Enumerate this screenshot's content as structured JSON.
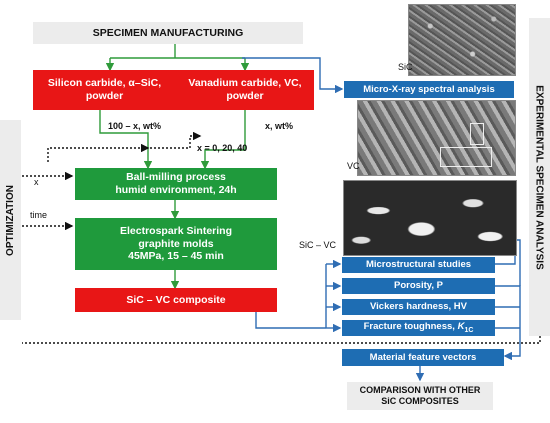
{
  "header": {
    "title": "SPECIMEN MANUFACTURING"
  },
  "materials": {
    "sic": [
      "Silicon carbide, α–SiC,",
      "powder"
    ],
    "vc": [
      "Vanadium carbide, VC,",
      "powder"
    ],
    "sic_fraction": "100 – x, wt%",
    "vc_fraction": "x, wt%",
    "x_values": "x = 0, 20, 40"
  },
  "process": {
    "ball_milling": [
      "Ball-milling process",
      "humid environment, 24h"
    ],
    "sintering": [
      "Electrospark Sintering",
      "graphite molds",
      "45MPa, 15 – 45 min"
    ],
    "composite": "SiC – VC composite"
  },
  "optimization": {
    "label": "OPTIMIZATION",
    "x_param": "x",
    "time_param": "time"
  },
  "analysis": {
    "side_label": "EXPERIMENTAL SPECIMEN ANALYSIS",
    "micro_xray": "Micro-X-ray spectral analysis",
    "items": [
      {
        "label": "Microstructural studies"
      },
      {
        "label": "Porosity, P"
      },
      {
        "label": "Vickers hardness, HV"
      },
      {
        "label_prefix": "Fracture toughness, ",
        "label_symbol": "K",
        "label_sub": "1C"
      }
    ],
    "feature_vectors": "Material feature vectors",
    "comparison": [
      "COMPARISON WITH OTHER",
      "SiC COMPOSITES"
    ]
  },
  "images": {
    "sic": "SiC",
    "vc": "VC",
    "sic_vc": "SiC – VC"
  },
  "colors": {
    "red": "#e81616",
    "green": "#1f9a3c",
    "blue": "#1e6db3",
    "gray": "#ececec",
    "line_green": "#2f9b3a",
    "line_blue": "#2f6db3"
  }
}
